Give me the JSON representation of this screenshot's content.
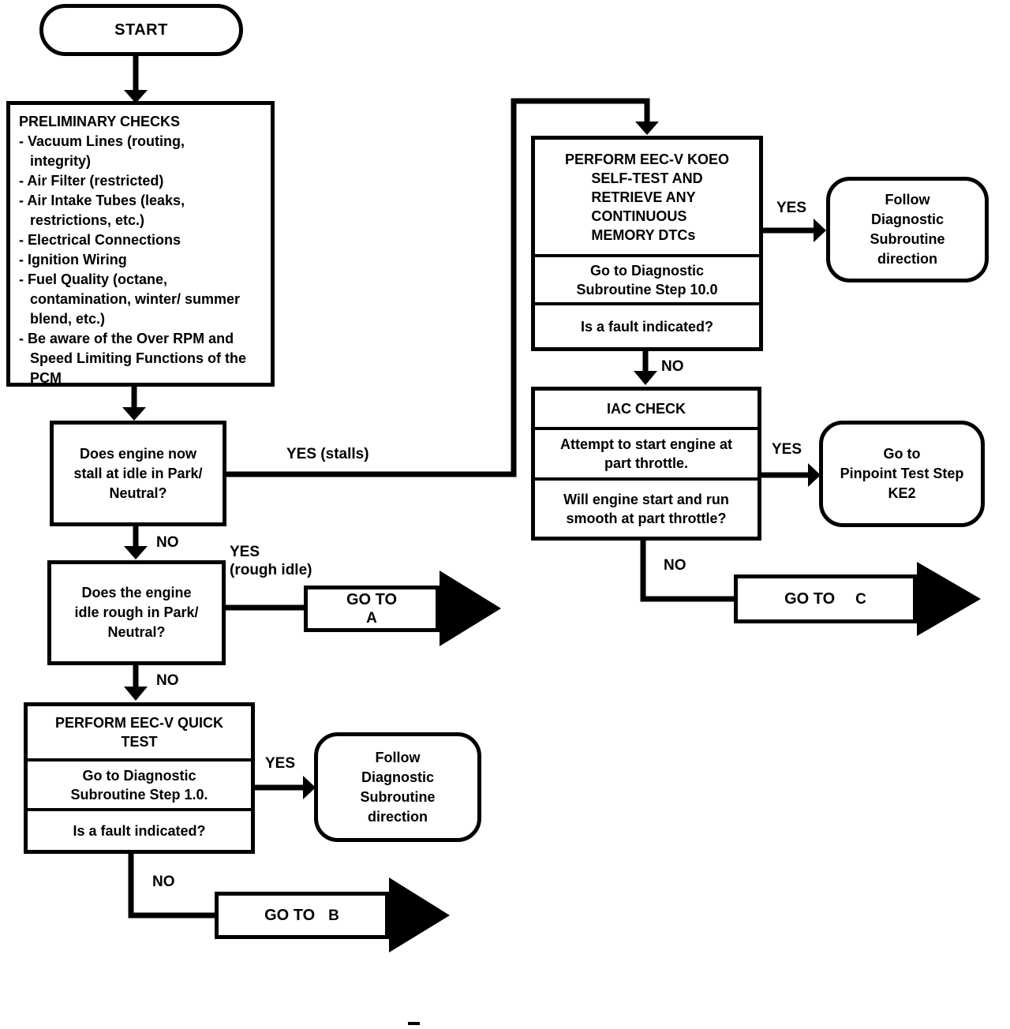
{
  "background": "#ffffff",
  "line_color": "#000000",
  "nodes": {
    "start": {
      "label": "START"
    },
    "preliminary": {
      "title": "PRELIMINARY CHECKS",
      "items": [
        "- Vacuum Lines (routing,\nintegrity)",
        "- Air Filter (restricted)",
        "- Air Intake Tubes (leaks,\nrestrictions, etc.)",
        "- Electrical Connections",
        "- Ignition Wiring",
        "- Fuel Quality (octane,\ncontamination, winter/ summer\nblend, etc.)",
        "- Be aware of the Over RPM and\nSpeed Limiting Functions of the\nPCM"
      ]
    },
    "stall_decision": {
      "text": "Does engine now\nstall at idle in Park/\nNeutral?"
    },
    "rough_idle_decision": {
      "text": "Does the engine\nidle rough in Park/\nNeutral?"
    },
    "quick_test": {
      "title": "PERFORM EEC-V QUICK\nTEST",
      "step": "Go to Diagnostic\nSubroutine Step 1.0.",
      "question": "Is a fault indicated?"
    },
    "koeo_test": {
      "title_line1": "PERFORM EEC-V KOEO",
      "title_rest": "SELF-TEST AND\nRETRIEVE ANY\nCONTINUOUS\nMEMORY DTCs",
      "step": "Go to Diagnostic\nSubroutine Step 10.0",
      "question": "Is a fault indicated?"
    },
    "iac_check": {
      "title": "IAC CHECK",
      "step": "Attempt to start engine at\npart throttle.",
      "question": "Will engine start and run\nsmooth at part throttle?"
    },
    "follow_diag_top": {
      "text": "Follow\nDiagnostic\nSubroutine\ndirection"
    },
    "pinpoint_ke2": {
      "text": "Go to\nPinpoint Test Step\nKE2"
    },
    "follow_diag_bottom": {
      "text": "Follow\nDiagnostic\nSubroutine\ndirection"
    },
    "goto_a": {
      "label": "GO TO",
      "letter": "A"
    },
    "goto_b": {
      "label": "GO TO",
      "letter": "B"
    },
    "goto_c": {
      "label": "GO TO",
      "letter": "C"
    }
  },
  "labels": {
    "yes_stalls": "YES (stalls)",
    "no_stall": "NO",
    "yes_rough": "YES\n(rough idle)",
    "no_rough": "NO",
    "yes_quick": "YES",
    "no_quick": "NO",
    "yes_koeo": "YES",
    "no_koeo": "NO",
    "yes_iac": "YES",
    "no_iac": "NO"
  }
}
